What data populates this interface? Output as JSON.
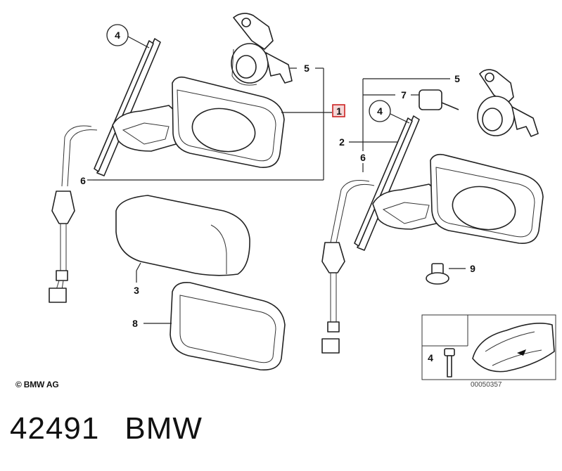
{
  "callouts": {
    "c1": "1",
    "c2": "2",
    "c3": "3",
    "c4_left": "4",
    "c4_right": "4",
    "c4_inset": "4",
    "c5_left": "5",
    "c5_right": "5",
    "c6_left": "6",
    "c6_right": "6",
    "c7": "7",
    "c8": "8",
    "c9": "9"
  },
  "copyright": "© BMW AG",
  "diagram_number": "00050357",
  "footer": {
    "part_number": "42491",
    "brand": "BMW"
  },
  "colors": {
    "highlight_box": "#cc2222",
    "highlight_fill": "#f4d6d6",
    "line": "#222222"
  }
}
